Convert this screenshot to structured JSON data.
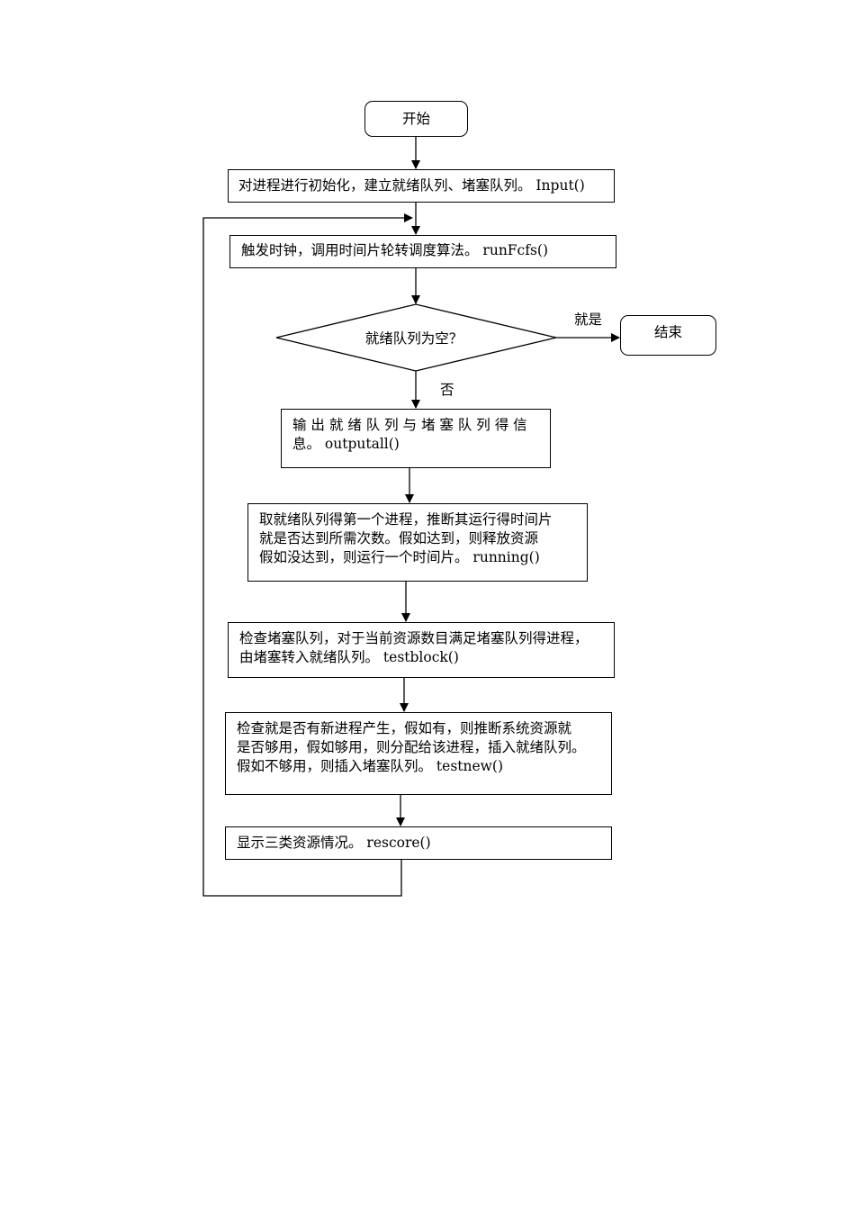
{
  "flowchart": {
    "start": "开始",
    "end": "结束",
    "init": {
      "lines": [
        "对进程进行初始化，建立就绪队列、堵塞队列。 Input()"
      ]
    },
    "trigger": {
      "lines": [
        "触发时钟，调用时间片轮转调度算法。 runFcfs()"
      ]
    },
    "decision": "就绪队列为空？",
    "yes_label": "就是",
    "no_label": "否",
    "output": {
      "lines": [
        "输 出 就 绪 队 列 与 堵 塞 队 列 得 信",
        "息。 outputall()"
      ]
    },
    "running": {
      "lines": [
        "取就绪队列得第一个进程，推断其运行得时间片",
        "就是否达到所需次数。假如达到，则释放资源",
        "假如没达到，则运行一个时间片。 running()"
      ]
    },
    "testblock": {
      "lines": [
        "检查堵塞队列，对于当前资源数目满足堵塞队列得进程，",
        "由堵塞转入就绪队列。 testblock()"
      ]
    },
    "testnew": {
      "lines": [
        "检查就是否有新进程产生，假如有，则推断系统资源就",
        "是否够用，假如够用，则分配给该进程，插入就绪队列。",
        "假如不够用，则插入堵塞队列。 testnew()"
      ]
    },
    "rescore": {
      "lines": [
        "显示三类资源情况。 rescore()"
      ]
    }
  }
}
